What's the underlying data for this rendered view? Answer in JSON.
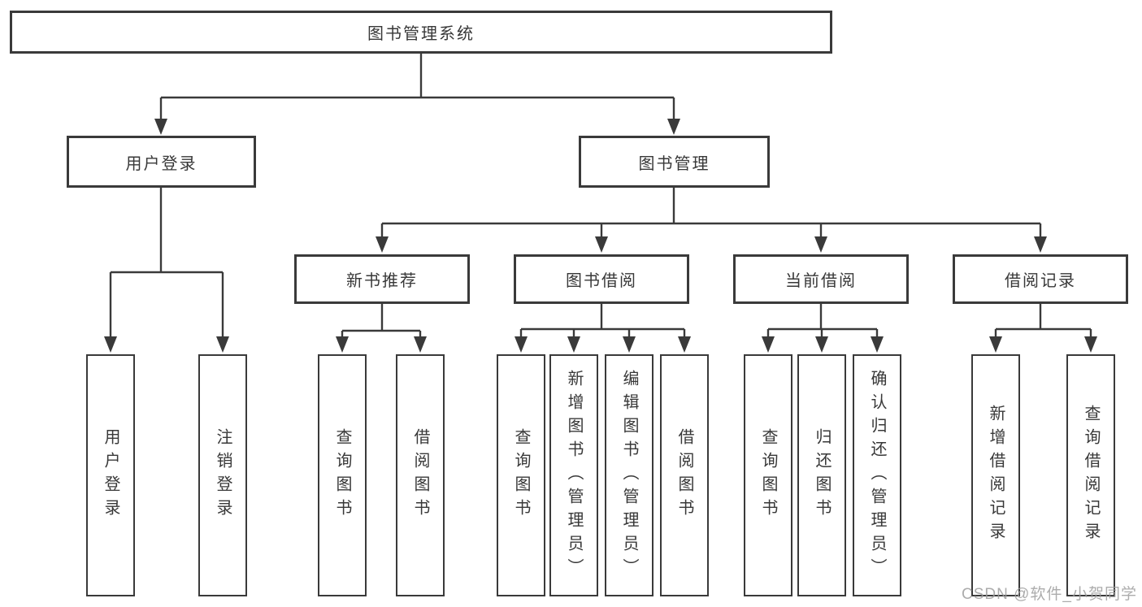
{
  "diagram_title": "图书管理系统",
  "tree": {
    "root": {
      "label": "图书管理系统"
    },
    "branches": [
      {
        "label": "用户登录",
        "children": [
          "用户登录",
          "注销登录"
        ]
      },
      {
        "label": "图书管理",
        "sections": [
          {
            "label": "新书推荐",
            "children": [
              "查询图书",
              "借阅图书"
            ]
          },
          {
            "label": "图书借阅",
            "children": [
              "查询图书",
              "新增图书（管理员）",
              "编辑图书（管理员）",
              "借阅图书"
            ]
          },
          {
            "label": "当前借阅",
            "children": [
              "查询图书",
              "归还图书",
              "确认归还（管理员）"
            ]
          },
          {
            "label": "借阅记录",
            "children": [
              "新增借阅记录",
              "查询借阅记录"
            ]
          }
        ]
      }
    ]
  },
  "watermark": {
    "text": "CSDN @软件_小贺同学"
  },
  "colors": {
    "line": "#3a3a3a",
    "box_border": "#3a3a3a",
    "text": "#383838",
    "background": "#ffffff",
    "watermark": "#9e9e9e"
  }
}
